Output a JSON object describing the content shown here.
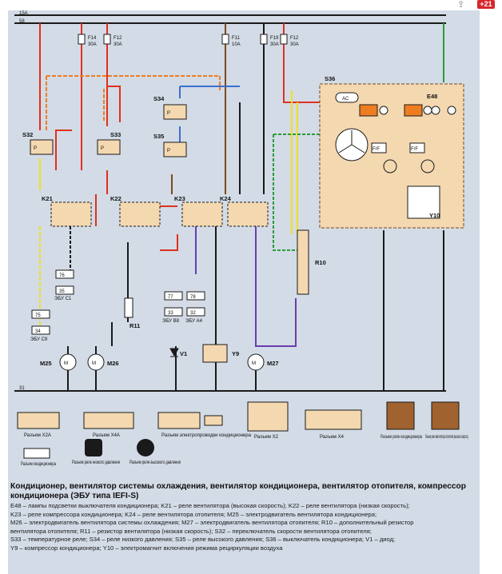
{
  "overlay": {
    "badge": "+21",
    "share_icon": "share-icon"
  },
  "rails": {
    "top1": "15A",
    "top2": "58",
    "ground": "31"
  },
  "fuses": [
    {
      "id": "F14",
      "rating": "30A"
    },
    {
      "id": "F12",
      "rating": "30A"
    },
    {
      "id": "F11",
      "rating": "10A"
    },
    {
      "id": "F19",
      "rating": "30A"
    },
    {
      "id": "F12",
      "rating": "30A"
    }
  ],
  "components": {
    "s32": "S32",
    "s33": "S33",
    "s34": "S34",
    "s35": "S35",
    "s36": "S36",
    "e48": "E48",
    "k21": "K21",
    "k22": "K22",
    "k23": "K23",
    "k24": "K24",
    "r10": "R10",
    "r11": "R11",
    "v1": "V1",
    "y9": "Y9",
    "y10": "Y10",
    "m25": "M25",
    "m26": "M26",
    "m27": "M27",
    "ac": "AC",
    "ff": "F/F",
    "p": "P"
  },
  "ecu": {
    "c1": {
      "pins": [
        "76",
        "35"
      ],
      "label": "ЭБУ С1"
    },
    "c9": {
      "pins": [
        "75",
        "34"
      ],
      "label": "ЭБУ С9"
    },
    "b8": {
      "pins": [
        "77",
        "33"
      ],
      "label": "ЭБУ В8"
    },
    "a4": {
      "pins": [
        "78",
        "32"
      ],
      "label": "ЭБУ А4"
    }
  },
  "connectors": [
    {
      "label": "Разъем X2A"
    },
    {
      "label": "Разъем X4A"
    },
    {
      "label": "Разъем электропроводки кондиционера"
    },
    {
      "label": "Разъем X2"
    },
    {
      "label": "Разъем X4"
    },
    {
      "label": "Разъем реле кондиционера"
    },
    {
      "label": "Разъем реле вентилятора отопителя (высокая скорость)"
    },
    {
      "label": "Разъем кондиционера"
    },
    {
      "label": "Разъем реле низкого давления"
    },
    {
      "label": "Разъем реле высокого давления"
    }
  ],
  "caption": {
    "title": "Кондиционер, вентилятор системы охлаждения, вентилятор кондиционера, вентилятор отопителя, компрессор кондиционера (ЭБУ типа IEFI-S)",
    "lines": [
      "E48 – лампы подсветки выключателя кондиционера; K21 – реле вентилятора (высокая скорость); K22 – реле вентилятора (низкая скорость);",
      "K23 – реле компрессора кондиционера; K24 – реле вентилятора отопителя; M25 – электродвигатель вентилятора кондиционера;",
      "M26 – электродвигатель вентилятора системы охлаждения; M27 – электродвигатель вентилятора отопителя; R10 – дополнительный резистор",
      "вентилятора отопителя; R11 – резистор вентилятора (низкая скорость); S32 – переключатель скорости вентилятора отопителя;",
      "S33 – температурное реле; S34 – реле низкого давления; S35 – реле высокого давления; S36 – выключатель кондиционера; V1 – диод;",
      "Y9 – компрессор кондиционера; Y10 – электромагнит включения режима рециркуляции воздуха"
    ]
  },
  "colors": {
    "sheet": "#d3dbe6",
    "box": "#f4d8b0",
    "red": "#e0301e",
    "orange": "#ee7d21",
    "yellow": "#f2e01c",
    "brown": "#7a4a1e",
    "green": "#2a9a3a",
    "purple": "#6a3db0",
    "blue": "#3a6fd0",
    "black": "#1a1a1a"
  }
}
